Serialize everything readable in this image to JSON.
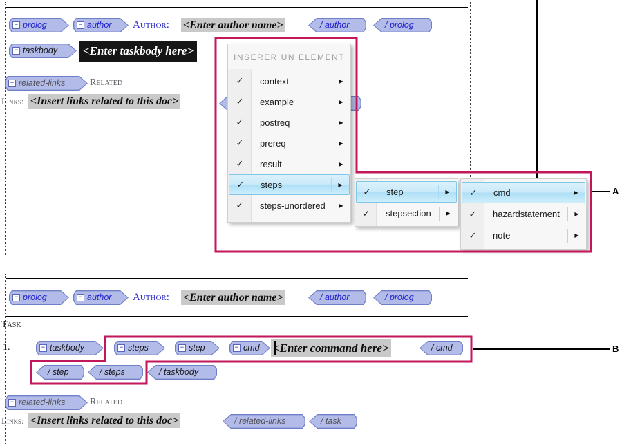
{
  "icons": {
    "check": "✓",
    "arrow": "▶",
    "collapse": "−"
  },
  "callout_a": "A",
  "callout_b": "B",
  "menu": {
    "title": "INSERER UN ELEMENT",
    "items": [
      {
        "label": "context"
      },
      {
        "label": "example"
      },
      {
        "label": "postreq"
      },
      {
        "label": "prereq"
      },
      {
        "label": "result"
      },
      {
        "label": "steps"
      },
      {
        "label": "steps-unordered"
      }
    ],
    "step_submenu": [
      {
        "label": "step"
      },
      {
        "label": "stepsection"
      }
    ],
    "cmd_submenu": [
      {
        "label": "cmd"
      },
      {
        "label": "hazardstatement"
      },
      {
        "label": "note"
      }
    ]
  },
  "doc_top": {
    "author_row": {
      "prolog_tag": "prolog",
      "author_tag": "author",
      "author_label": "Author:",
      "author_placeholder": "<Enter author name>",
      "author_close": "/ author",
      "prolog_close": "/ prolog"
    },
    "taskbody_row": {
      "taskbody_tag": "taskbody",
      "selected_placeholder": "<Enter taskbody here>"
    },
    "related_row": {
      "related_tag": "related-links",
      "related_label": "Related",
      "links_label": "Links:",
      "links_placeholder": "<Insert links related to this doc>"
    }
  },
  "doc_bottom": {
    "author_row": {
      "prolog_tag": "prolog",
      "author_tag": "author",
      "author_label": "Author:",
      "author_placeholder": "<Enter author name>",
      "author_close": "/ author",
      "prolog_close": "/ prolog"
    },
    "task_heading": "Task",
    "step_number": "1.",
    "step_row": {
      "taskbody_tag": "taskbody",
      "steps_tag": "steps",
      "step_tag": "step",
      "cmd_tag": "cmd",
      "cmd_placeholder": "<Enter command here>",
      "cmd_close": "/ cmd"
    },
    "close_row": {
      "step_close": "/ step",
      "steps_close": "/ steps",
      "taskbody_close": "/ taskbody"
    },
    "related_row": {
      "related_tag": "related-links",
      "related_label": "Related",
      "links_label": "Links:",
      "links_placeholder": "<Insert links related to this doc>",
      "related_close": "/ related-links",
      "task_close": "/ task"
    }
  },
  "colors": {
    "callout": "#C2175B",
    "tag_fill": "#B3BCE8",
    "tag_border": "#7080C8",
    "selection_bg": "#161616",
    "placeholder_bg": "#C9C9C9",
    "menu_highlight_border": "#7FC6E9"
  }
}
